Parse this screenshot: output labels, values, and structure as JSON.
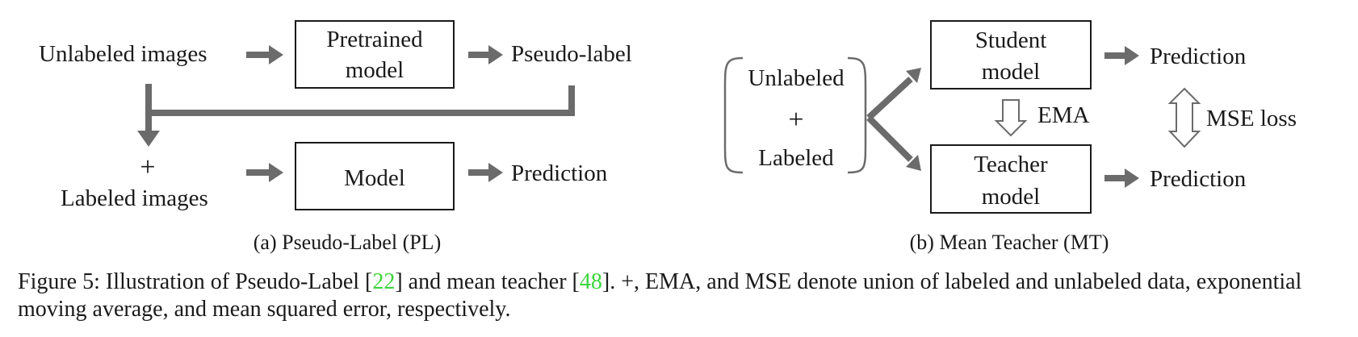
{
  "figure_a": {
    "unlabeled_images": "Unlabeled images",
    "pretrained_line1": "Pretrained",
    "pretrained_line2": "model",
    "pseudo_label": "Pseudo-label",
    "plus": "+",
    "labeled_images": "Labeled images",
    "model": "Model",
    "prediction": "Prediction",
    "subcaption": "(a) Pseudo-Label (PL)"
  },
  "figure_b": {
    "unlabeled": "Unlabeled",
    "plus": "+",
    "labeled": "Labeled",
    "student_line1": "Student",
    "student_line2": "model",
    "teacher_line1": "Teacher",
    "teacher_line2": "model",
    "prediction_top": "Prediction",
    "prediction_bottom": "Prediction",
    "ema": "EMA",
    "mse_loss": "MSE loss",
    "subcaption": "(b) Mean Teacher (MT)"
  },
  "caption": {
    "prefix": "Figure 5: Illustration of Pseudo-Label [",
    "ref1": "22",
    "middle": "] and mean teacher [",
    "ref2": "48",
    "suffix": "]. +, EMA, and MSE denote union of labeled and unlabeled data, exponential moving average, and mean squared error, respectively."
  },
  "colors": {
    "arrow_gray": "#6b6b6b",
    "reference_green": "#3cd43c"
  }
}
